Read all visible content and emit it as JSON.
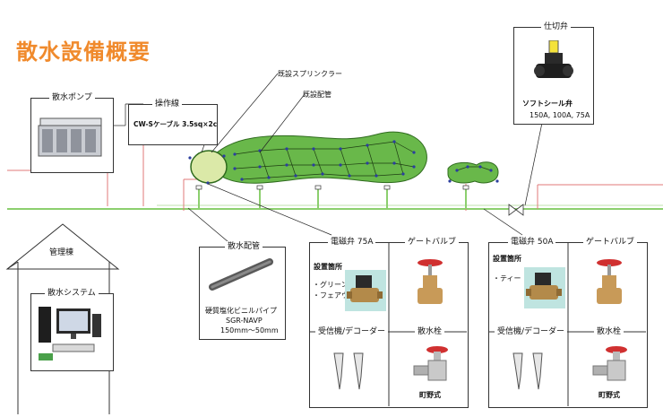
{
  "title": "散水設備概要",
  "pump": {
    "label": "散水ポンプ"
  },
  "cable": {
    "label": "操作線",
    "spec": "CW-Sケーブル 3.5sq×2c"
  },
  "sprinkler": {
    "label": "既設スプリンクラー"
  },
  "pipe_existing": {
    "label": "既設配管"
  },
  "valve_cutoff": {
    "label": "仕切弁",
    "name": "ソフトシール弁",
    "sizes": "150A, 100A, 75A"
  },
  "building": {
    "label": "管理棟",
    "system_label": "散水システム"
  },
  "piping": {
    "label": "散水配管",
    "name": "硬質塩化ビニルパイプ",
    "spec": "SGR-NAVP",
    "size": "150mm～50mm"
  },
  "group75": {
    "solenoid": "電磁弁 75A",
    "location_title": "設置箇所",
    "locations": [
      "・グリーン",
      "・フェアウエイ"
    ],
    "gate_valve": "ゲートバルブ",
    "receiver": "受信機/デコーダー",
    "hydrant": "散水栓",
    "hydrant_type": "町野式"
  },
  "group50": {
    "solenoid": "電磁弁 50A",
    "location_title": "設置箇所",
    "locations": [
      "・ティー"
    ],
    "gate_valve": "ゲートバルブ",
    "receiver": "受信機/デコーダー",
    "hydrant": "散水栓",
    "hydrant_type": "町野式"
  },
  "colors": {
    "title": "#f08a2c",
    "pipe_green": "#8ccf6e",
    "pipe_red": "#e07a7a",
    "fairway": "#69b84a"
  }
}
